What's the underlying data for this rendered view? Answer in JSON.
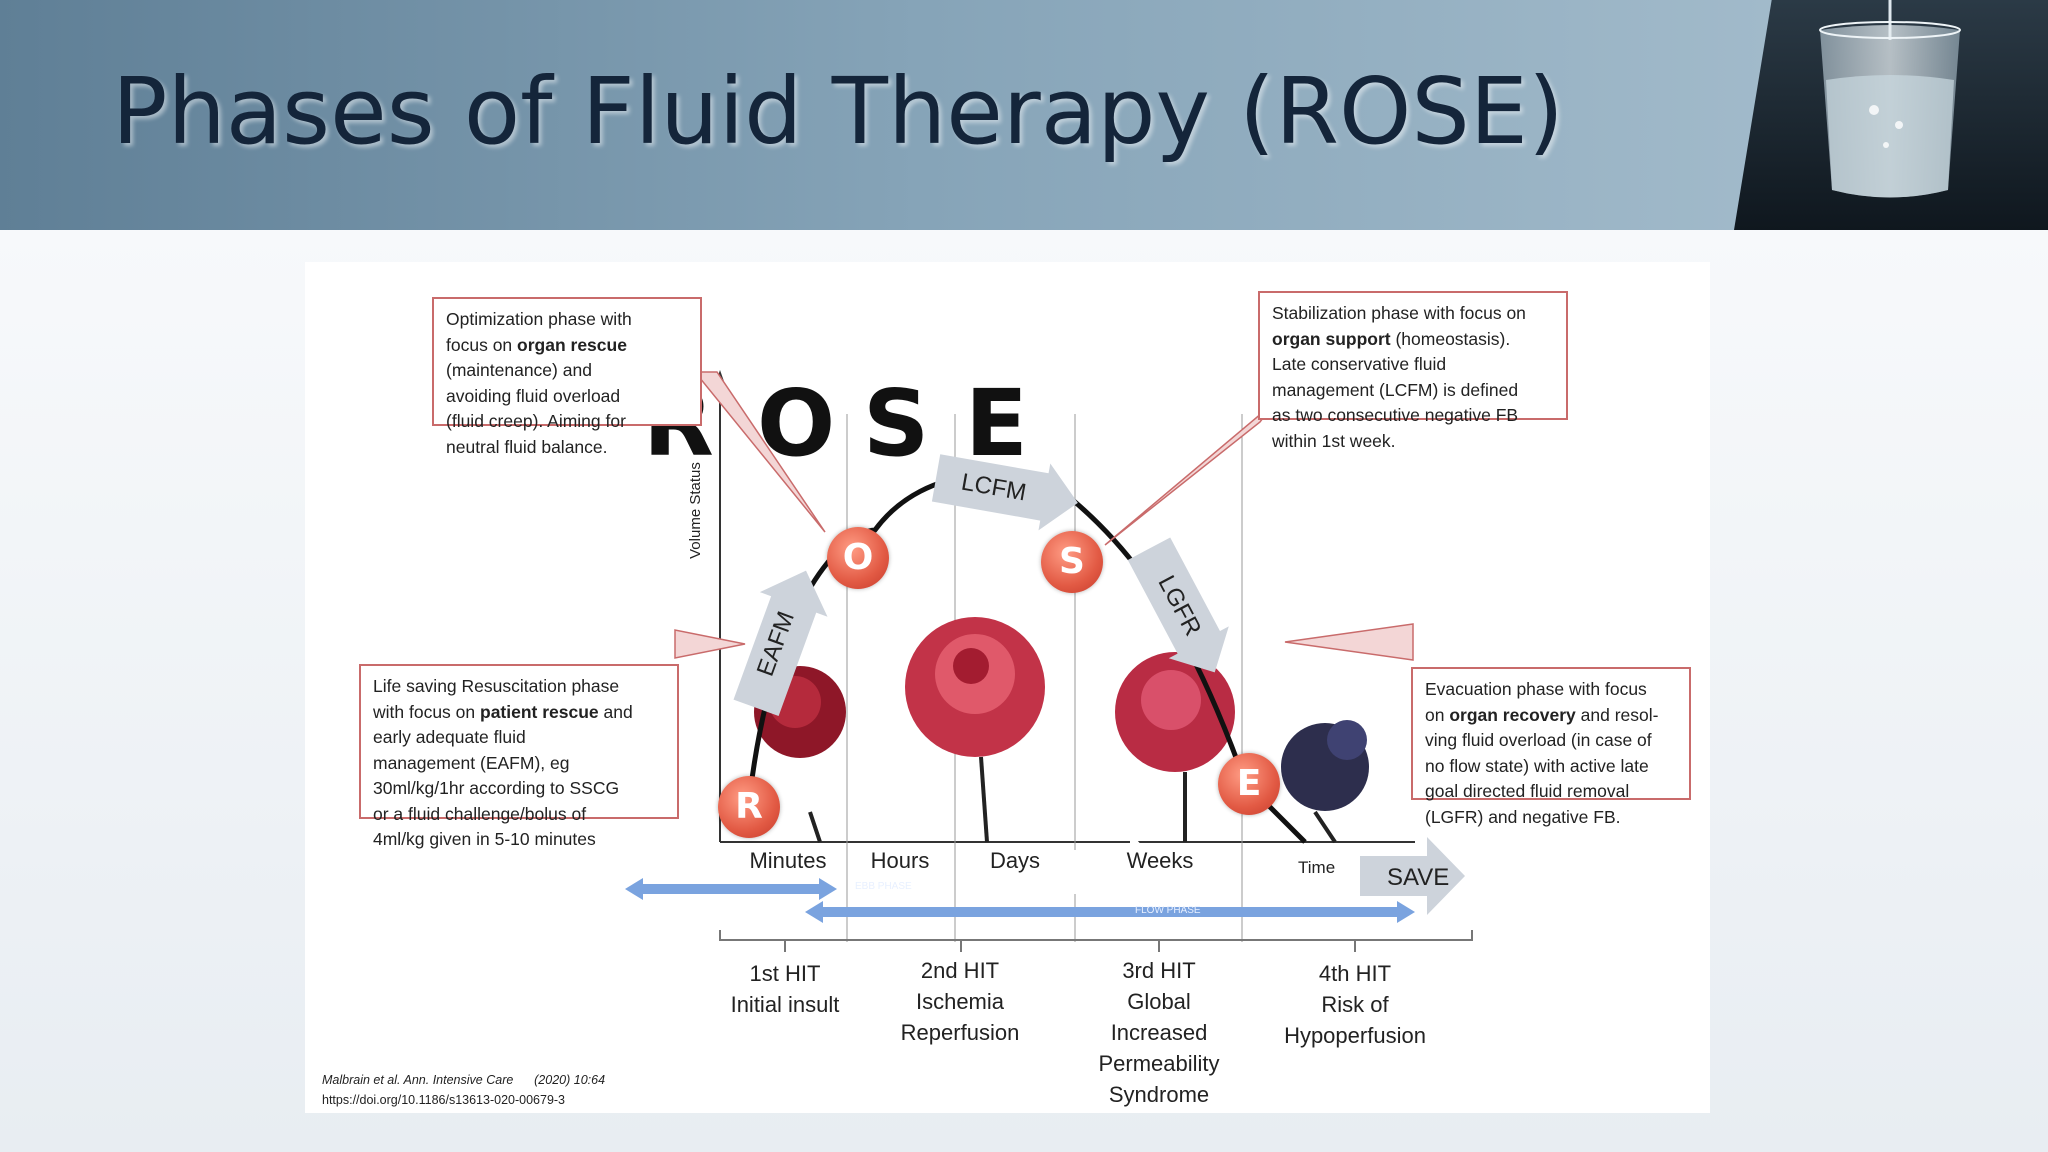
{
  "slide": {
    "title": "Phases of Fluid Therapy (ROSE)"
  },
  "diagram": {
    "letters": [
      "R",
      "O",
      "S",
      "E"
    ],
    "axis_y_label": "Volume Status",
    "axis_x_label": "Time",
    "arrows": {
      "eafm": "EAFM",
      "lcfm": "LCFM",
      "lgfr": "LGFR",
      "save": "SAVE",
      "ebb_phase": "EBB PHASE",
      "flow_phase": "FLOW PHASE"
    },
    "circles": [
      "R",
      "O",
      "S",
      "E"
    ],
    "time_ticks": [
      "Minutes",
      "Hours",
      "Days",
      "Weeks"
    ],
    "hits": [
      {
        "line1": "1st HIT",
        "line2": "Initial insult",
        "line3": "",
        "line4": "",
        "line5": ""
      },
      {
        "line1": "2nd HIT",
        "line2": "Ischemia",
        "line3": "Reperfusion",
        "line4": "",
        "line5": ""
      },
      {
        "line1": "3rd HIT",
        "line2": "Global",
        "line3": "Increased",
        "line4": "Permeability",
        "line5": "Syndrome"
      },
      {
        "line1": "4th HIT",
        "line2": "Risk of",
        "line3": "Hypoperfusion",
        "line4": "",
        "line5": ""
      }
    ],
    "boxes": {
      "optimization": {
        "t1": "Optimization phase with",
        "t2a": "focus on ",
        "t2b": "organ rescue",
        "t3": "(maintenance) and",
        "t4": "avoiding fluid overload",
        "t5": "(fluid creep). Aiming for",
        "t6": "neutral fluid balance."
      },
      "stabilization": {
        "t1": "Stabilization phase with focus on",
        "t2a": "organ support",
        "t2b": " (homeostasis).",
        "t3": "Late conservative fluid",
        "t4": "management (LCFM) is defined",
        "t5": "as two consecutive negative FB",
        "t6": "within 1st week."
      },
      "resuscitation": {
        "t1": "Life saving Resuscitation phase",
        "t2a": "with focus on ",
        "t2b": "patient rescue",
        "t2c": " and",
        "t3": "early adequate fluid",
        "t4": "management (EAFM), eg",
        "t5": "30ml/kg/1hr according to SSCG",
        "t6": "or a fluid challenge/bolus of",
        "t7": "4ml/kg given in 5-10 minutes"
      },
      "evacuation": {
        "t1": "Evacuation phase with focus",
        "t2a": "on ",
        "t2b": "organ recovery",
        "t2c": " and resol-",
        "t3": "ving fluid overload (in case of",
        "t4": "no flow state) with active late",
        "t5": "goal directed fluid removal",
        "t6": "(LGFR) and negative FB."
      }
    },
    "citation": {
      "line1": "Malbrain et al. Ann. Intensive Care      (2020) 10:64",
      "line2": "https://doi.org/10.1186/s13613-020-00679-3"
    }
  },
  "colors": {
    "header_dark": "#5f7f96",
    "title_text": "#14253a",
    "circle_red": "#e25a44",
    "box_border": "#c96b6b",
    "phase_arrow": "#6c9ad8"
  }
}
